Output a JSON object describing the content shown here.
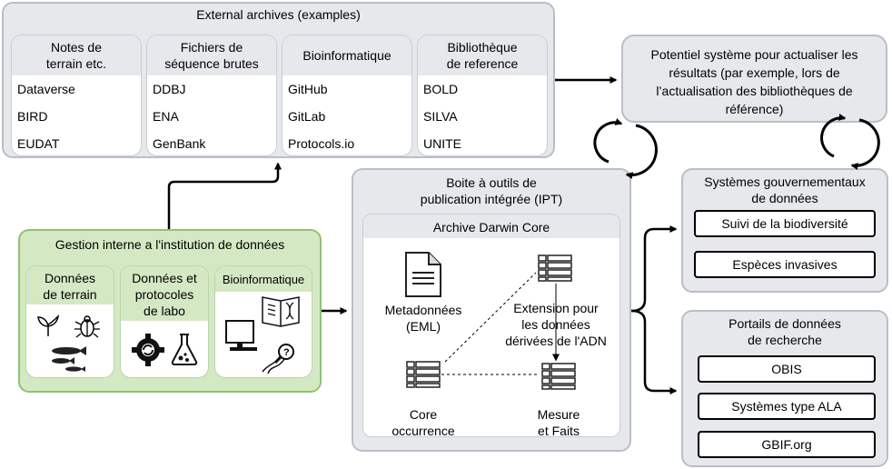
{
  "archives": {
    "title": "External archives (examples)",
    "columns": [
      {
        "title": "Notes de\nterrain etc.",
        "items": [
          "Dataverse",
          "BIRD",
          "EUDAT"
        ]
      },
      {
        "title": "Fichiers de\nséquence brutes",
        "items": [
          "DDBJ",
          "ENA",
          "GenBank"
        ]
      },
      {
        "title": "Bioinformatique",
        "items": [
          "GitHub",
          "GitLab",
          "Protocols.io"
        ]
      },
      {
        "title": "Bibliothèque\nde reference",
        "items": [
          "BOLD",
          "SILVA",
          "UNITE"
        ]
      }
    ]
  },
  "update_system": {
    "text": "Potentiel système pour actualiser les résultats (par exemple, lors de l’actualisation des bibliothèques de référence)"
  },
  "internal": {
    "title": "Gestion interne a l'institution de données",
    "cards": [
      {
        "title": "Données\nde terrain",
        "icons": [
          "plant-icon",
          "insect-icon",
          "fish-icon"
        ]
      },
      {
        "title": "Données et\nprotocoles\nde labo",
        "icons": [
          "gear-icon",
          "flask-icon"
        ]
      },
      {
        "title": "Bioinformatique",
        "icons": [
          "dna-book-icon",
          "computer-icon",
          "dna-search-icon"
        ]
      }
    ]
  },
  "ipt": {
    "title": "Boite à outils de\npublication intégrée (IPT)",
    "dwc": {
      "title": "Archive Darwin Core",
      "metadata_label": "Metadonnées\n(EML)",
      "extension_label": "Extension pour\nles données\ndérivées de l'ADN",
      "core_label": "Core\noccurrence",
      "measure_label": "Mesure\net Faits"
    }
  },
  "gov": {
    "title": "Systèmes gouvernementaux\nde données",
    "items": [
      "Suivi de la biodiversité",
      "Espèces invasives"
    ]
  },
  "portals": {
    "title": "Portails de données\nde recherche",
    "items": [
      "OBIS",
      "Systèmes type ALA",
      "GBIF.org"
    ]
  },
  "colors": {
    "panel": "#e6e8ec",
    "panel_border": "#b9bfc8",
    "green": "#d5e8c4",
    "green_border": "#8fc46e"
  }
}
